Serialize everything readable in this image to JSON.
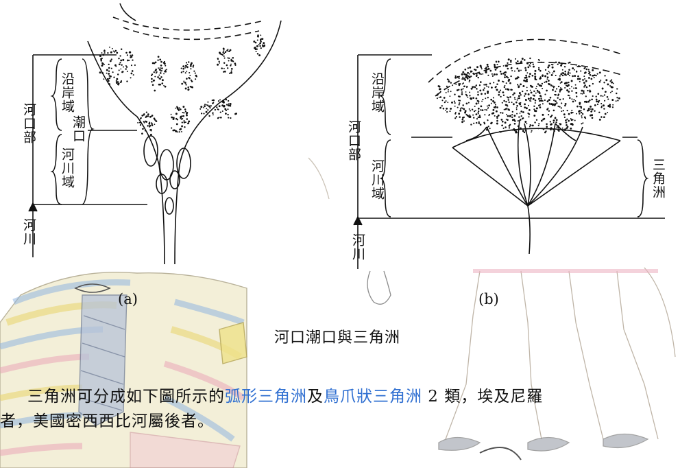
{
  "labels_a": {
    "estuary": "河口部",
    "coastal": "沿岸域",
    "river_area": "河川域",
    "tidal_mouth": "潮口",
    "river": "河川"
  },
  "labels_b": {
    "estuary": "河口部",
    "coastal": "沿岸域",
    "river_area": "河川域",
    "delta": "三角洲",
    "river": "河川"
  },
  "panel_a_caption": "(a)",
  "panel_b_caption": "(b)",
  "figure_caption": "河口潮口與三角洲",
  "paragraph": {
    "line1_part1": "三角洲可分成如下圖所示的",
    "term1": "弧形三角洲",
    "line1_part2": "及",
    "term2": "鳥爪狀三角洲",
    "line1_part3": " 2 類，埃及尼羅",
    "line2": "者，美國密西西比河屬後者。"
  },
  "colors": {
    "ink": "#111111",
    "highlight_blue": "#2f6fd1",
    "sketch_yellow": "#e8d36a",
    "sketch_pink": "#e9a6b8",
    "sketch_blue": "#8fb4e0",
    "sketch_gray": "#c9c9c9"
  }
}
